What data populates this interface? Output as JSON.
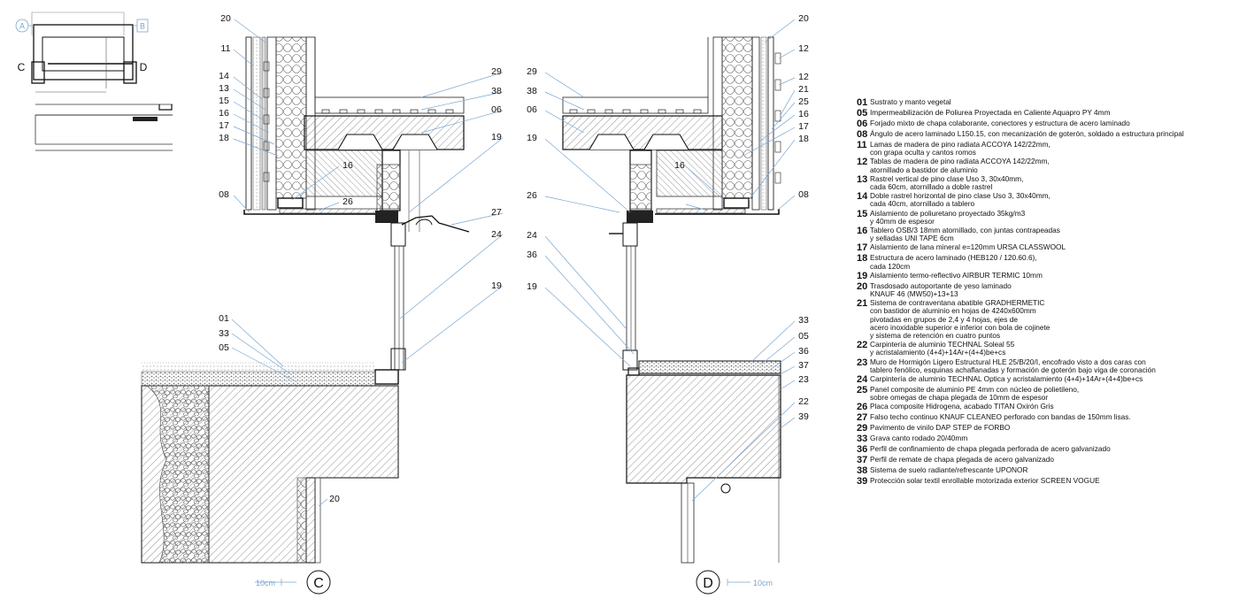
{
  "keyplan": {
    "marks": [
      "A",
      "B",
      "C",
      "D"
    ]
  },
  "callouts": {
    "left_top": [
      "20",
      "11",
      "14",
      "13",
      "15",
      "16",
      "17",
      "18",
      "08"
    ],
    "left_mid": [
      "29",
      "38",
      "06",
      "19",
      "16",
      "26",
      "27",
      "24",
      "19"
    ],
    "left_bottom": [
      "01",
      "33",
      "05",
      "20"
    ],
    "right_left": [
      "29",
      "38",
      "06",
      "19",
      "16",
      "26",
      "24",
      "36",
      "19"
    ],
    "right_right": [
      "20",
      "12",
      "12",
      "21",
      "25",
      "16",
      "17",
      "18",
      "08",
      "33",
      "05",
      "36",
      "37",
      "23",
      "22",
      "39"
    ]
  },
  "sections": {
    "left": {
      "mark": "C",
      "scale": "10cm"
    },
    "right": {
      "mark": "D",
      "scale": "10cm"
    }
  },
  "legend": [
    {
      "num": "01",
      "text": "Sustrato y manto vegetal"
    },
    {
      "num": "05",
      "text": "Impermeabilización de Poliurea Proyectada en Caliente Aquapro PY 4mm"
    },
    {
      "num": "06",
      "text": "Forjado mixto de chapa colaborante, conectores y estructura de acero laminado"
    },
    {
      "num": "08",
      "text": "Ángulo de acero laminado L150.15, con mecanización de goterón, soldado a estructura principal"
    },
    {
      "num": "11",
      "text": "Lamas de madera de pino radiata ACCOYA 142/22mm,\ncon grapa oculta y cantos romos"
    },
    {
      "num": "12",
      "text": "Tablas de madera de pino radiata ACCOYA 142/22mm,\natornillado a bastidor de aluminio"
    },
    {
      "num": "13",
      "text": "Rastrel vertical de pino clase Uso 3, 30x40mm,\ncada 60cm, atornillado a doble rastrel"
    },
    {
      "num": "14",
      "text": "Doble rastrel horizontal de pino clase Uso 3, 30x40mm,\ncada 40cm, atornillado a tablero"
    },
    {
      "num": "15",
      "text": "Aislamiento de poliuretano proyectado 35kg/m3\ny 40mm de espesor"
    },
    {
      "num": "16",
      "text": "Tablero OSB/3 18mm atornillado, con juntas contrapeadas\ny selladas UNI TAPE 6cm"
    },
    {
      "num": "17",
      "text": "Aislamiento de lana mineral e=120mm URSA CLASSWOOL"
    },
    {
      "num": "18",
      "text": "Estructura de acero laminado (HEB120 / 120.60.6),\ncada 120cm"
    },
    {
      "num": "19",
      "text": "Aislamiento termo-reflectivo AIRBUR TERMIC 10mm"
    },
    {
      "num": "20",
      "text": "Trasdosado autoportante de yeso laminado\nKNAUF 46 (MW50)+13+13"
    },
    {
      "num": "21",
      "text": "Sistema de contraventana abatible GRADHERMETIC\ncon bastidor de aluminio en hojas de 4240x600mm\npivotadas en grupos de 2,4 y 4 hojas, ejes de\nacero inoxidable superior e inferior con bola de cojinete\ny sistema de retención en cuatro puntos"
    },
    {
      "num": "22",
      "text": "Carpintería de aluminio TECHNAL Soleal 55\ny acristalamiento (4+4)+14Ar+(4+4)be+cs"
    },
    {
      "num": "23",
      "text": "Muro de Hormigón Ligero Estructural HLE 25/B/20/I, encofrado visto a dos caras con\ntablero fenólico, esquinas achaflanadas y formación de goterón bajo viga de coronación"
    },
    {
      "num": "24",
      "text": "Carpintería de aluminio TECHNAL Optica y acristalamiento (4+4)+14Ar+(4+4)be+cs"
    },
    {
      "num": "25",
      "text": "Panel composite de aluminio PE 4mm con núcleo de polietileno,\nsobre omegas de chapa plegada de 10mm de espesor"
    },
    {
      "num": "26",
      "text": "Placa composite Hidrogena, acabado TITAN Oxirón Gris"
    },
    {
      "num": "27",
      "text": "Falso techo continuo KNAUF CLEANEO perforado con bandas de 150mm lisas."
    },
    {
      "num": "29",
      "text": "Pavimento de vinilo DAP STEP de FORBO"
    },
    {
      "num": "33",
      "text": "Grava canto rodado 20/40mm"
    },
    {
      "num": "36",
      "text": "Perfil de confinamiento de chapa plegada perforada de acero galvanizado"
    },
    {
      "num": "37",
      "text": "Perfil de remate de chapa plegada de acero galvanizado"
    },
    {
      "num": "38",
      "text": "Sistema de suelo radiante/refrescante UPONOR"
    },
    {
      "num": "39",
      "text": "Protección solar textil enrollable motorizada exterior SCREEN VOGUE"
    }
  ]
}
